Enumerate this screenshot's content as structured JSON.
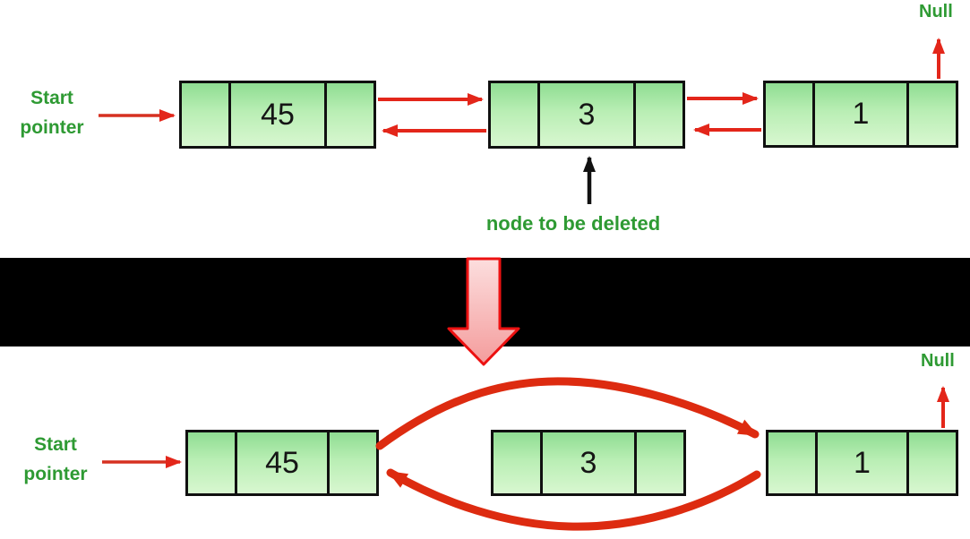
{
  "colors": {
    "label_green": "#2e9a33",
    "thin_arrow_red": "#e3261a",
    "thick_arrow_red": "#dd2b10",
    "annotation_arrow_black": "#111111",
    "node_fill_top": "#8fdd92",
    "node_fill_bottom": "#d8f7d0",
    "band_black": "#000000",
    "big_arrow_fill_top": "#fcdede",
    "big_arrow_fill_bottom": "#f49c9c",
    "big_arrow_border": "#ec1111"
  },
  "before": {
    "start_label": "Start pointer",
    "null_label": "Null",
    "annotation": "node to be deleted",
    "nodes": [
      {
        "value": "45"
      },
      {
        "value": "3"
      },
      {
        "value": "1"
      }
    ]
  },
  "after": {
    "start_label": "Start pointer",
    "null_label": "Null",
    "nodes": [
      {
        "value": "45"
      },
      {
        "value": "3"
      },
      {
        "value": "1"
      }
    ]
  }
}
